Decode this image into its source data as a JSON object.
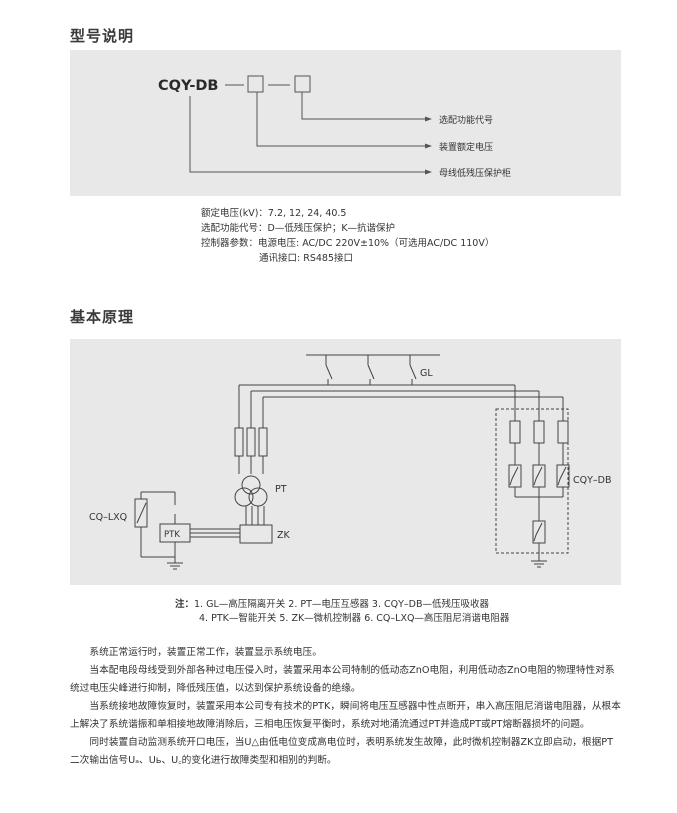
{
  "section1": {
    "title": "型号说明",
    "model_code": "CQY-DB",
    "labels": [
      "选配功能代号",
      "装置额定电压",
      "母线低残压保护柜"
    ]
  },
  "specs": {
    "rated_voltage": "额定电压(kV)：7.2, 12, 24, 40.5",
    "optional_function": "选配功能代号：D—低残压保护；K—抗谐保护",
    "controller_params": "控制器参数：电源电压: AC/DC 220V±10%（可选用AC/DC 110V）",
    "comm_interface": "通讯接口: RS485接口"
  },
  "section2": {
    "title": "基本原理",
    "diagram_labels": {
      "gl": "GL",
      "pt": "PT",
      "zk": "ZK",
      "ptk": "PTK",
      "cqlxq": "CQ–LXQ",
      "cqydb": "CQY–DB"
    }
  },
  "notes": {
    "prefix": "注：",
    "line1": "1. GL—高压隔离开关   2. PT—电压互感器   3. CQY–DB—低残压吸收器",
    "line2": "4. PTK—智能开关   5. ZK—微机控制器   6. CQ–LXQ—高压阻尼消谐电阻器"
  },
  "body": {
    "p1": "系统正常运行时，装置正常工作，装置显示系统电压。",
    "p2": "当本配电段母线受到外部各种过电压侵入时，装置采用本公司特制的低动态ZnO电阻，利用低动态ZnO电阻的物理特性对系统过电压尖峰进行抑制，降低残压值，以达到保护系统设备的绝缘。",
    "p3": "当系统接地故障恢复时，装置采用本公司专有技术的PTK，瞬间将电压互感器中性点断开，串入高压阻尼消谐电阻器，从根本上解决了系统谐振和单相接地故障消除后，三相电压恢复平衡时，系统对地涌流通过PT并造成PT或PT熔断器损坏的问题。",
    "p4": "同时装置自动监测系统开口电压，当U△由低电位变成高电位时，表明系统发生故障，此时微机控制器ZK立即启动，根据PT二次输出信号Uₐ、Uь、U꜀的变化进行故障类型和相别的判断。"
  }
}
